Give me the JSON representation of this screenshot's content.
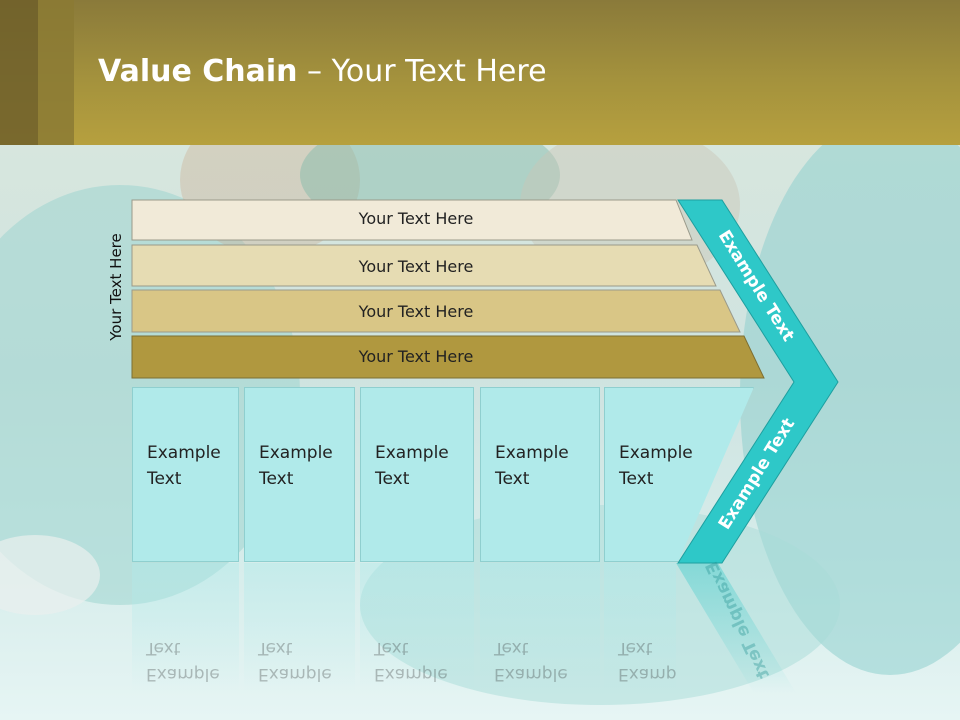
{
  "slide": {
    "title_bold": "Value Chain",
    "title_rest": " – Your Text Here",
    "side_label": "Your Text Here"
  },
  "bars": [
    "Your Text Here",
    "Your Text Here",
    "Your Text Here",
    "Your Text Here"
  ],
  "boxes": [
    {
      "line1": "Example",
      "line2": "Text"
    },
    {
      "line1": "Example",
      "line2": "Text"
    },
    {
      "line1": "Example",
      "line2": "Text"
    },
    {
      "line1": "Example",
      "line2": "Text"
    },
    {
      "line1": "Example",
      "line2": "Text"
    }
  ],
  "chevron": {
    "upper_text": "Example Text",
    "lower_text": "Example Text"
  },
  "colors": {
    "header": "#a4923d",
    "bar_1": "#f1ead8",
    "bar_2": "#e6dcb3",
    "bar_3": "#d9c686",
    "bar_4": "#b0983f",
    "box_fill": "#b0eaea",
    "chevron": "#2ec8c8"
  }
}
